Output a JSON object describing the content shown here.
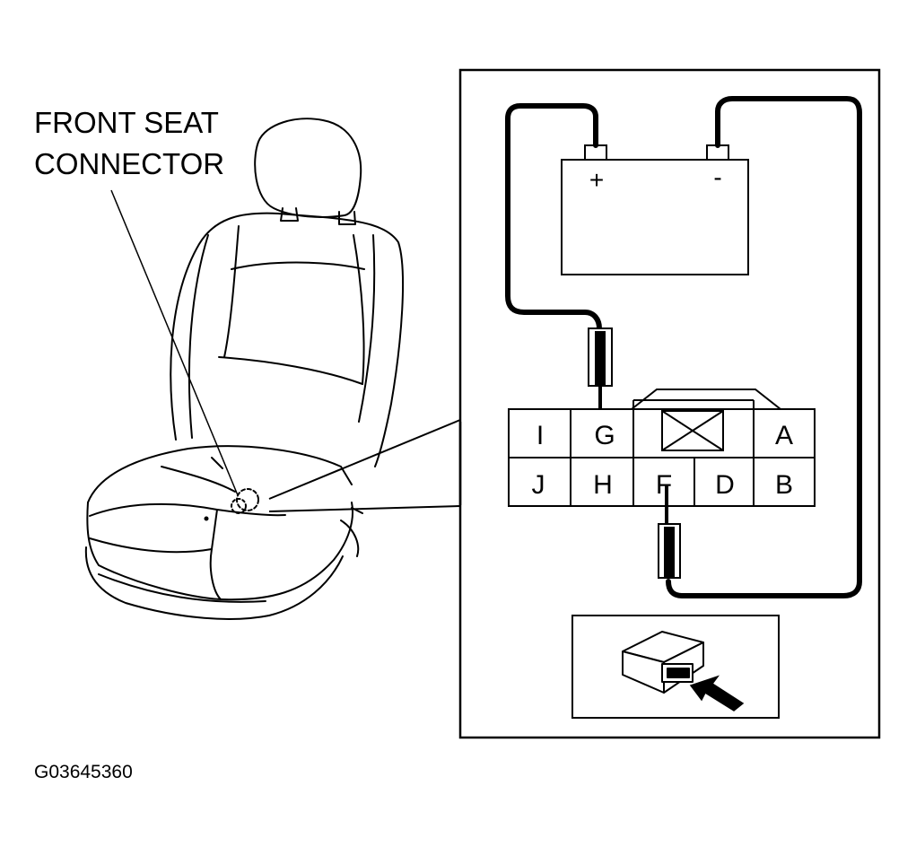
{
  "callout": {
    "line1": "FRONT SEAT",
    "line2": "CONNECTOR"
  },
  "battery": {
    "positive": "+",
    "negative": "-"
  },
  "connector": {
    "top_row": [
      "I",
      "G",
      "A"
    ],
    "bottom_row": [
      "J",
      "H",
      "F",
      "D",
      "B"
    ]
  },
  "figure_code": "G03645360"
}
